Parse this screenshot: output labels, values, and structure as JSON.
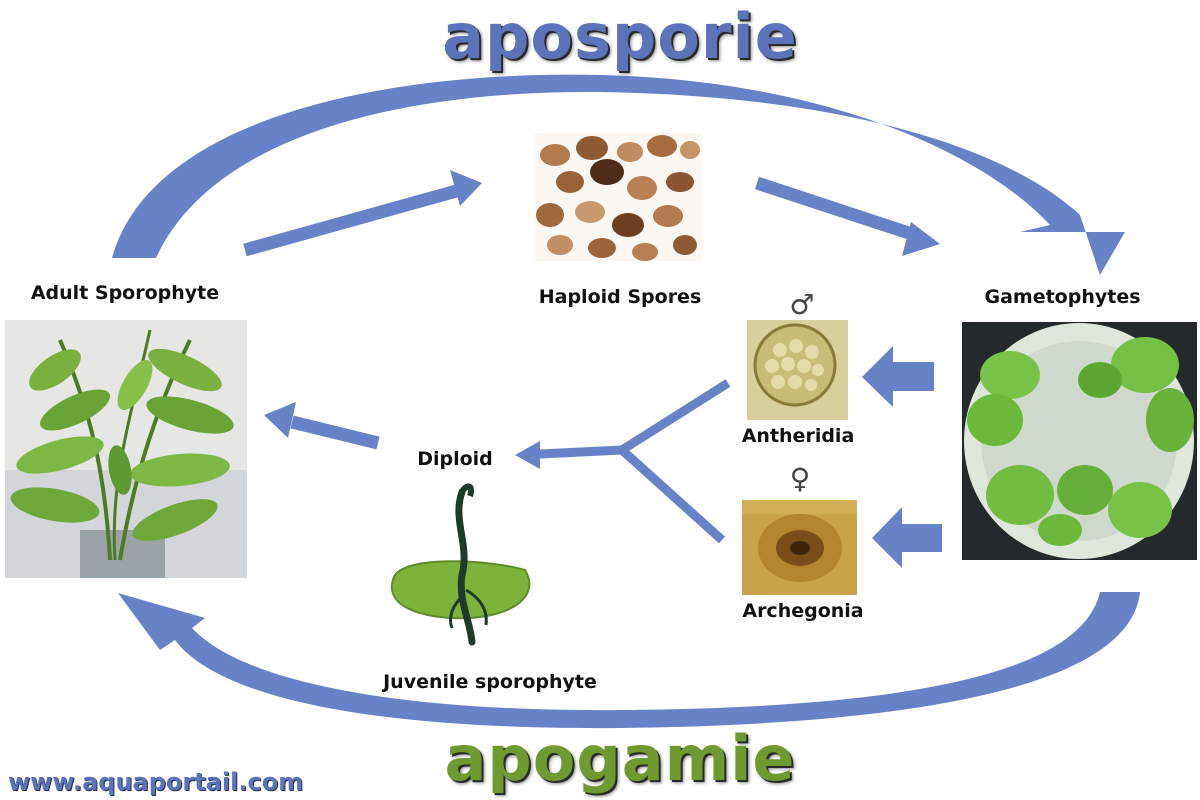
{
  "title_top": "aposporie",
  "title_bottom": "apogamie",
  "website": "www.aquaportail.com",
  "labels": {
    "adult_sporophyte": "Adult Sporophyte",
    "haploid_spores": "Haploid Spores",
    "gametophytes": "Gametophytes",
    "antheridia": "Antheridia",
    "archegonia": "Archegonia",
    "diploid": "Diploid",
    "juvenile_sporophyte": "Juvenile sporophyte"
  },
  "symbols": {
    "male": "♂",
    "female": "♀"
  },
  "colors": {
    "arrow_blue": "#6882c8",
    "title_top": "#5b73b8",
    "title_bottom": "#6f9a2f",
    "website": "#5b73b8",
    "leaf_green": "#7fb23a"
  }
}
